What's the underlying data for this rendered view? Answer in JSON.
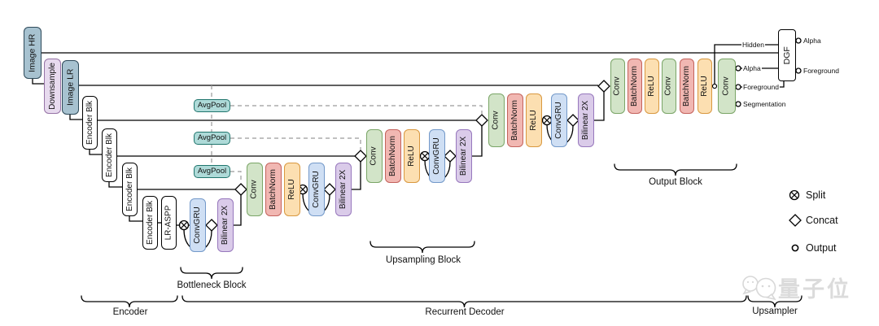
{
  "nodes": {
    "image_hr": "Image HR",
    "downsample": "Downsample",
    "image_lr": "Image LR",
    "encoder_blk": "Encoder Blk",
    "lr_aspp": "LR-ASPP",
    "conv_gru": "ConvGRU",
    "bilinear_2x": "Bilinear 2X",
    "avg_pool": "AvgPool",
    "conv": "Conv",
    "batch_norm": "BatchNorm",
    "relu": "ReLU",
    "dgf": "DGF"
  },
  "io": {
    "hidden": "Hidden",
    "alpha": "Alpha",
    "foreground": "Foreground",
    "segmentation": "Segmentation",
    "dgf_alpha": "Alpha",
    "dgf_foreground": "Foreground"
  },
  "groups": {
    "bottleneck": "Bottleneck Block",
    "upsampling": "Upsampling Block",
    "output": "Output Block",
    "encoder": "Encoder",
    "recurrent_decoder": "Recurrent Decoder",
    "upsampler": "Upsampler"
  },
  "legend": {
    "split": "Split",
    "concat": "Concat",
    "output": "Output"
  },
  "watermark": "量子位",
  "colors": {
    "image_box": "#a7c2d0",
    "downsample_box": "#e7daee",
    "avgpool_box": "#aedad8",
    "conv_box": "#d2e4c8",
    "batchnorm_box": "#f1b7b2",
    "relu_box": "#fcdfb1",
    "convgru_box": "#cfdff4",
    "bilinear_box": "#dacbe9",
    "line": "#000000",
    "dashed_line": "#9a9a9a",
    "watermark": "#dbdbdb"
  }
}
